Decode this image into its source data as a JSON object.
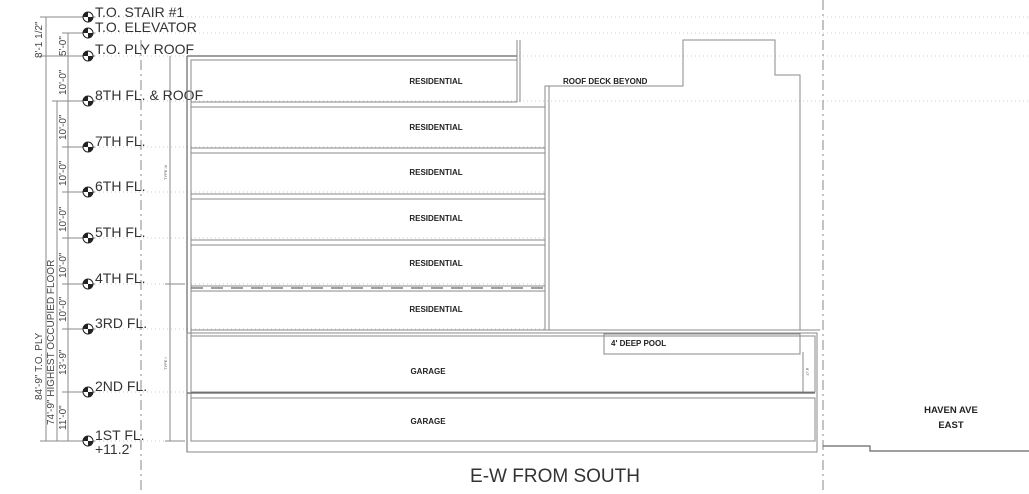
{
  "levels": {
    "stair": "T.O. STAIR #1",
    "elevator": "T.O. ELEVATOR",
    "ply_roof": "T.O. PLY ROOF",
    "eighth": "8TH FL. & ROOF",
    "seventh": "7TH FL.",
    "sixth": "6TH FL.",
    "fifth": "5TH FL.",
    "fourth": "4TH FL.",
    "third": "3RD FL.",
    "second": "2ND FL.",
    "first": "1ST FL.",
    "first_elev": "+11.2'"
  },
  "dimensions": {
    "total_ply": "84'-9\" T.O. PLY",
    "highest_floor": "74'-9\" HIGHEST OCCUPIED FLOOR",
    "stair": "8'-1 1/2\"",
    "ply_to_roof": "5'-0\"",
    "f8": "10'-0\"",
    "f7": "10'-0\"",
    "f6": "10'-0\"",
    "f5": "10'-0\"",
    "f4": "10'-0\"",
    "f3": "10'-0\"",
    "f2": "13'-9\"",
    "f1": "11'-0\"",
    "pool_depth": "8'-0\""
  },
  "construction_types": {
    "upper": "TYPE III",
    "lower": "TYPE I"
  },
  "spaces": {
    "res1": "RESIDENTIAL",
    "res2": "RESIDENTIAL",
    "res3": "RESIDENTIAL",
    "res4": "RESIDENTIAL",
    "res5": "RESIDENTIAL",
    "res6": "RESIDENTIAL",
    "garage1": "GARAGE",
    "garage2": "GARAGE",
    "roof_deck": "ROOF DECK BEYOND",
    "pool": "4' DEEP POOL"
  },
  "street": {
    "line1": "HAVEN AVE",
    "line2": "EAST"
  },
  "title": "E-W FROM SOUTH"
}
